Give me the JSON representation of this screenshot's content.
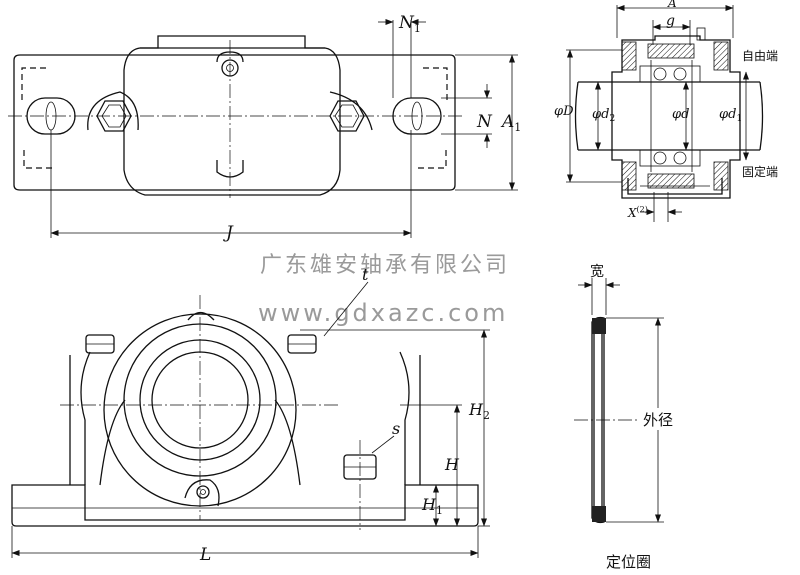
{
  "top_view": {
    "dims": {
      "N1": "N",
      "N1_sub": "1",
      "N": "N",
      "A1": "A",
      "A1_sub": "1",
      "J": "J"
    }
  },
  "section_view": {
    "dims": {
      "A": "A",
      "g": "g",
      "D": "φD",
      "d2": "φd",
      "d2_sub": "2",
      "d": "φd",
      "d1": "φd",
      "d1_sub": "1",
      "X": "X",
      "X_sup": "(2)"
    },
    "labels": {
      "free_end": "自由端",
      "fixed_end": "固定端"
    }
  },
  "front_view": {
    "dims": {
      "t": "t",
      "s": "s",
      "H2": "H",
      "H2_sub": "2",
      "H": "H",
      "H1": "H",
      "H1_sub": "1",
      "L": "L"
    }
  },
  "ring_view": {
    "labels": {
      "width": "宽",
      "outer_dia": "外径",
      "caption": "定位圈"
    }
  },
  "watermark": {
    "company": "广东雄安轴承有限公司",
    "url": "www.gdxazc.com"
  }
}
